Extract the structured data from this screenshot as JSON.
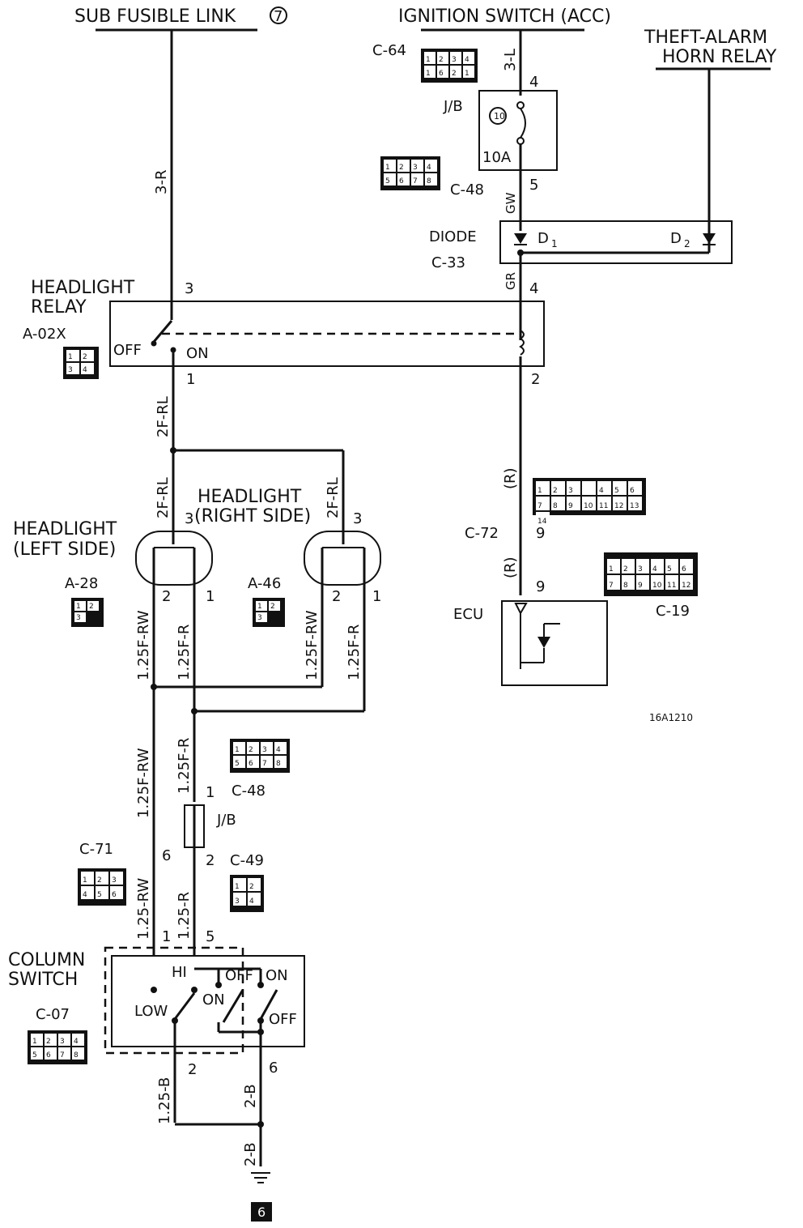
{
  "sources": {
    "sub_fusible_link": "SUB FUSIBLE LINK",
    "sub_fusible_link_num": "7",
    "ignition_switch": "IGNITION SWITCH (ACC)",
    "theft_alarm_line1": "THEFT-ALARM",
    "theft_alarm_line2": "HORN RELAY"
  },
  "connectors": {
    "c64": "C-64",
    "c48_top": "C-48",
    "c33": "C-33",
    "a02x": "A-02X",
    "a28": "A-28",
    "a46": "A-46",
    "c72": "C-72",
    "c19": "C-19",
    "c48_mid": "C-48",
    "c49": "C-49",
    "c71": "C-71",
    "c07": "C-07"
  },
  "components": {
    "jb_top": "J/B",
    "fuse_num": "10",
    "fuse_rating": "10A",
    "diode": "DIODE",
    "d1": "D",
    "d1_sub": "1",
    "d2": "D",
    "d2_sub": "2",
    "headlight_relay_line1": "HEADLIGHT",
    "headlight_relay_line2": "RELAY",
    "relay_off": "OFF",
    "relay_on": "ON",
    "hl_left_line1": "HEADLIGHT",
    "hl_left_line2": "(LEFT SIDE)",
    "hl_right_line1": "HEADLIGHT",
    "hl_right_line2": "(RIGHT SIDE)",
    "ecu": "ECU",
    "jb_mid": "J/B",
    "column_switch_line1": "COLUMN",
    "column_switch_line2": "SWITCH",
    "sw_hi": "HI",
    "sw_low": "LOW",
    "sw_on_a": "ON",
    "sw_off_a": "OFF",
    "sw_on_b": "ON",
    "sw_off_b": "OFF",
    "ground_num": "6",
    "figure_code": "16A1210"
  },
  "wires": {
    "w_3r": "3-R",
    "w_3l": "3-L",
    "w_gw": "GW",
    "w_gr": "GR",
    "w_2frl_a": "2F-RL",
    "w_2frl_b": "2F-RL",
    "w_2frl_c": "2F-RL",
    "w_r_a": "(R)",
    "w_r_b": "(R)",
    "w_125frw_a": "1.25F-RW",
    "w_125fr_a": "1.25F-R",
    "w_125frw_b": "1.25F-RW",
    "w_125fr_b": "1.25F-R",
    "w_125frw_c": "1.25F-RW",
    "w_125fr_c": "1.25F-R",
    "w_125rw": "1.25-RW",
    "w_125r": "1.25-R",
    "w_125b": "1.25-B",
    "w_2b_a": "2-B",
    "w_2b_b": "2-B"
  },
  "pins": {
    "p4_ign": "4",
    "p5_jb": "5",
    "p4_diode": "4",
    "p3_relay": "3",
    "p1_relay": "1",
    "p2_relay": "2",
    "p3_hll": "3",
    "p2_hll": "2",
    "p1_hll": "1",
    "p3_hlr": "3",
    "p2_hlr": "2",
    "p1_hlr": "1",
    "p9_c72": "9",
    "p9_ecu": "9",
    "p1_jb": "1",
    "p2_jb": "2",
    "p6_c71": "6",
    "p1_col": "1",
    "p5_col": "5",
    "p2_col": "2",
    "p6_col": "6"
  },
  "pinouts": {
    "c64": [
      "1",
      "2",
      "3",
      "4",
      "1",
      "6",
      "2",
      "1"
    ],
    "c48": [
      "1",
      "2",
      "3",
      "4",
      "5",
      "6",
      "7",
      "8"
    ],
    "a02x": [
      "1",
      "2",
      "3",
      "4"
    ],
    "a28": [
      "1",
      "2",
      "3"
    ],
    "c72": [
      "1",
      "2",
      "3",
      "",
      "4",
      "5",
      "6",
      "7",
      "8",
      "9",
      "10",
      "11",
      "12",
      "13",
      "14"
    ],
    "c19": [
      "1",
      "2",
      "3",
      "4",
      "5",
      "6",
      "7",
      "8",
      "9",
      "10",
      "11",
      "12"
    ],
    "c71": [
      "1",
      "2",
      "3",
      "4",
      "5",
      "6"
    ],
    "c49": [
      "1",
      "2",
      "3",
      "4"
    ]
  }
}
